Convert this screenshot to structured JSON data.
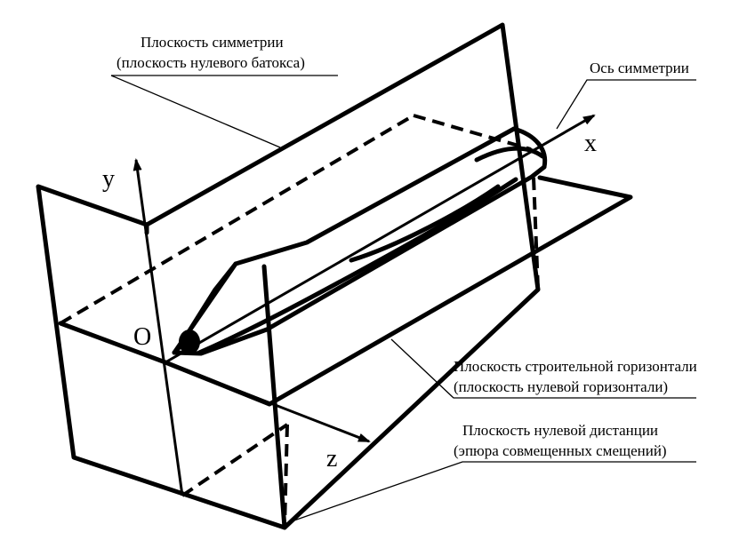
{
  "labels": {
    "symmetry_plane_line1": "Плоскость симметрии",
    "symmetry_plane_line2": "(плоскость нулевого батокса)",
    "symmetry_axis": "Ось симметрии",
    "construction_plane_line1": "Плоскость строительной горизонтали",
    "construction_plane_line2": "(плоскость нулевой горизонтали)",
    "zero_station_line1": "Плоскость нулевой дистанции",
    "zero_station_line2": "(эпюра совмещенных смещений)"
  },
  "axes": {
    "x": "x",
    "y": "y",
    "z": "z",
    "origin": "O"
  }
}
